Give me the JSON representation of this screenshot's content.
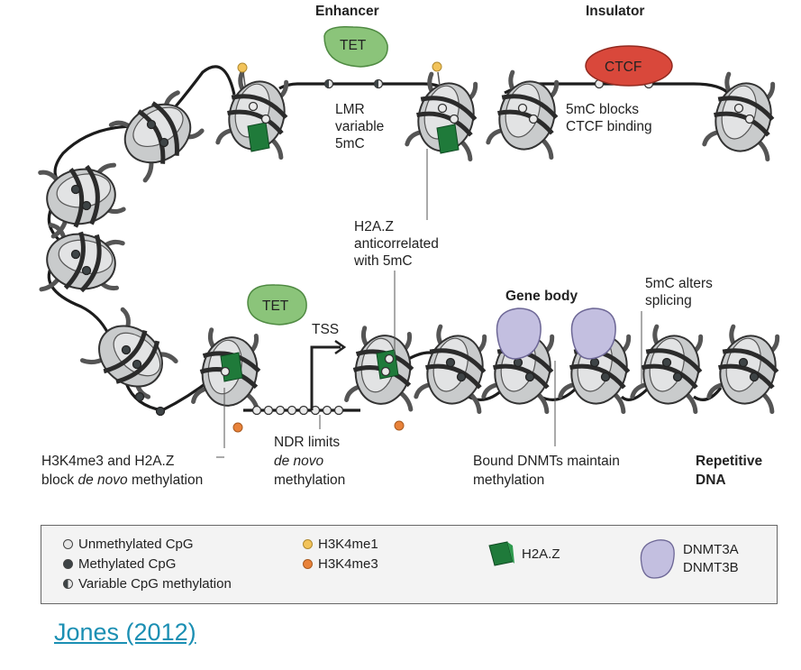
{
  "labels": {
    "enhancer": "Enhancer",
    "insulator": "Insulator",
    "tet_top": "TET",
    "ctcf": "CTCF",
    "lmr_1": "LMR",
    "lmr_2": "variable",
    "lmr_3": "5mC",
    "ctcf_note_1": "5mC blocks",
    "ctcf_note_2": "CTCF binding",
    "h2az_note_1": "H2A.Z",
    "h2az_note_2": "anticorrelated",
    "h2az_note_3": "with 5mC",
    "gene_body": "Gene body",
    "splicing_1": "5mC alters",
    "splicing_2": "splicing",
    "tet_bottom": "TET",
    "tss": "TSS",
    "h3k4_note_1": "H3K4me3 and H2A.Z",
    "h3k4_note_2_pre": "block ",
    "h3k4_note_2_ital": "de novo",
    "h3k4_note_2_post": " methylation",
    "ndr_1": "NDR limits",
    "ndr_2": "de novo",
    "ndr_3": "methylation",
    "dnmt_note_1": "Bound DNMTs maintain",
    "dnmt_note_2": "methylation",
    "repetitive_1": "Repetitive",
    "repetitive_2": "DNA"
  },
  "legend": {
    "unmethylated": "Unmethylated CpG",
    "methylated": "Methylated CpG",
    "variable": "Variable CpG methylation",
    "h3k4me1": "H3K4me1",
    "h3k4me3": "H3K4me3",
    "h2az": "H2A.Z",
    "dnmt3a": "DNMT3A",
    "dnmt3b": "DNMT3B"
  },
  "citation": "Jones (2012)",
  "colors": {
    "tet": "#8bc47a",
    "ctcf": "#d9483b",
    "dnmt": "#c3bfe0",
    "h2az": "#1f7a3a",
    "nucleosome": "#c9cbcc"
  }
}
